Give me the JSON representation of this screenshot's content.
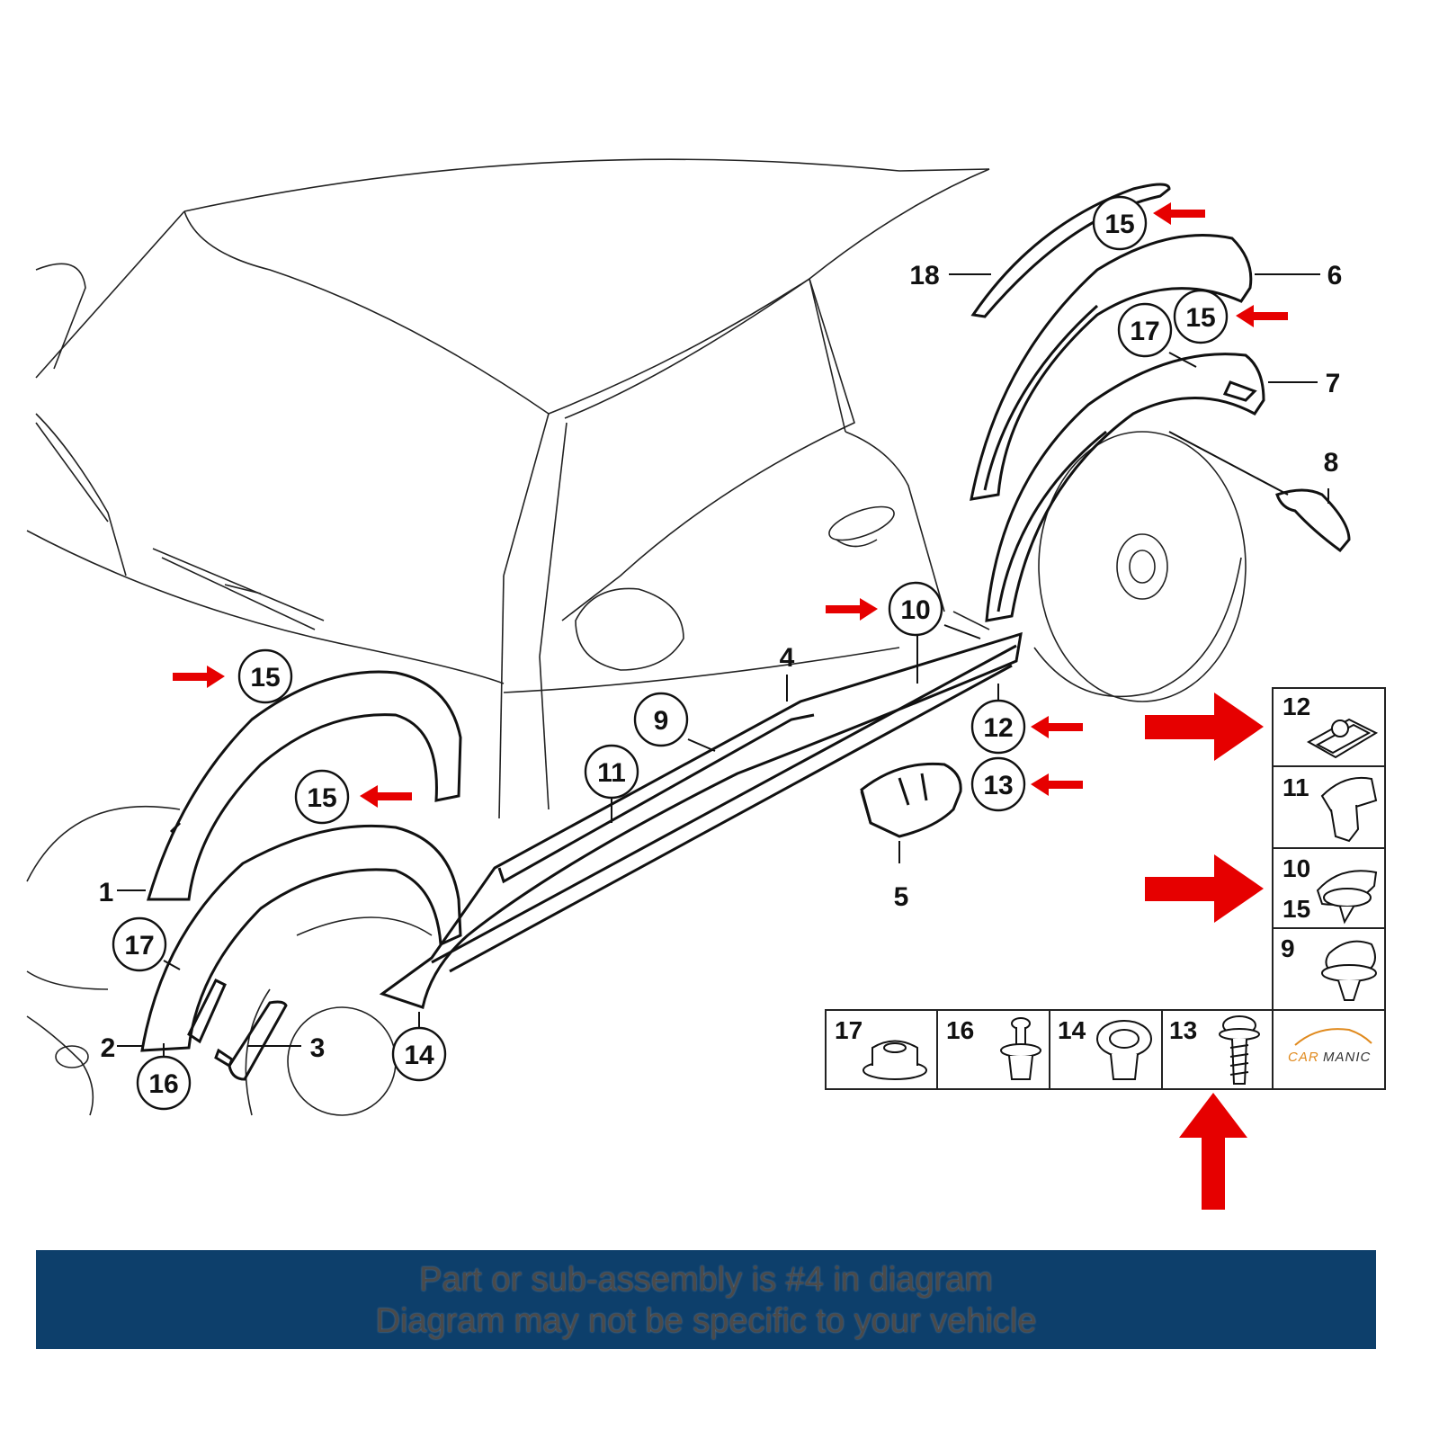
{
  "diagram": {
    "callouts": {
      "c15a": "15",
      "c6": "6",
      "c18": "18",
      "c15b": "15",
      "c17a": "17",
      "c7": "7",
      "c8": "8",
      "c10": "10",
      "c4": "4",
      "c9": "9",
      "c11": "11",
      "c12": "12",
      "c13": "13",
      "c5": "5",
      "c15c": "15",
      "c15d": "15",
      "c1": "1",
      "c17b": "17",
      "c2": "2",
      "c3": "3",
      "c16": "16",
      "c14": "14"
    },
    "legend": {
      "cells": {
        "l12": "12",
        "l11": "11",
        "l10": "10",
        "l15": "15",
        "l9": "9",
        "l17": "17",
        "l16": "16",
        "l14": "14",
        "l13": "13"
      },
      "brand_a": "CAR",
      "brand_b": "MANIC"
    },
    "colors": {
      "line": "#111111",
      "arrow": "#e60000",
      "banner": "#0d3f6b",
      "brand_orange": "#e08a1e"
    }
  },
  "banner": {
    "line1": "Part or sub-assembly is #4 in diagram",
    "line2": "Diagram may not be specific to your vehicle"
  }
}
